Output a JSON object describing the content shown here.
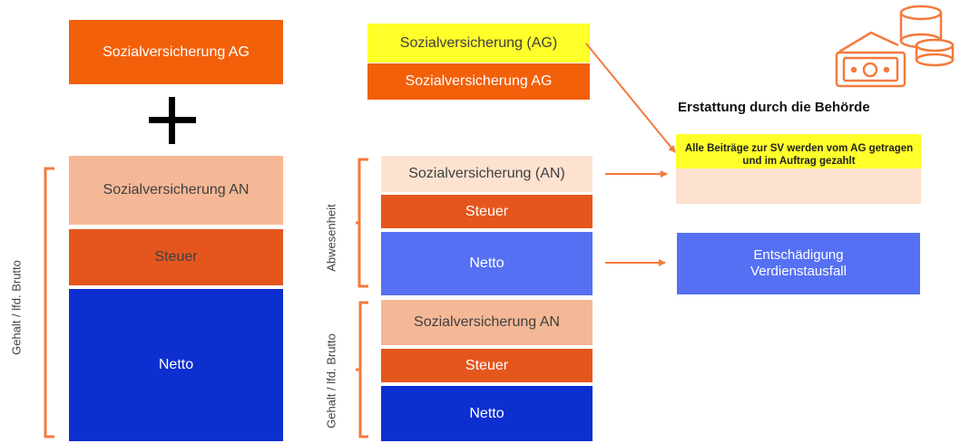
{
  "colors": {
    "orange": "#f2600a",
    "orange_dark": "#e5561d",
    "salmon": "#f5b896",
    "peach": "#fde2d0",
    "yellow": "#ffff2a",
    "blue_dark": "#0d2fd0",
    "blue_light": "#5570f2",
    "bracket": "#f47a3c"
  },
  "left": {
    "sv_ag": "Sozialversicherung AG",
    "plus": "+",
    "sv_an": "Sozialversicherung AN",
    "steuer": "Steuer",
    "netto": "Netto",
    "bracket_label": "Gehalt / lfd. Brutto"
  },
  "middle": {
    "sv_ag_yellow": "Sozialversicherung (AG)",
    "sv_ag": "Sozialversicherung AG",
    "absence": {
      "sv_an": "Sozialversicherung (AN)",
      "steuer": "Steuer",
      "netto": "Netto",
      "bracket_label": "Abwesenheit"
    },
    "salary": {
      "sv_an": "Sozialversicherung AN",
      "steuer": "Steuer",
      "netto": "Netto",
      "bracket_label": "Gehalt / lfd. Brutto"
    }
  },
  "right": {
    "icon": "money-coins-icon",
    "title": "Erstattung durch die Behörde",
    "sv_note": "Alle Beiträge zur SV werden vom AG getragen und im Auftrag gezahlt",
    "compensation": "Entschädigung Verdienstausfall"
  }
}
